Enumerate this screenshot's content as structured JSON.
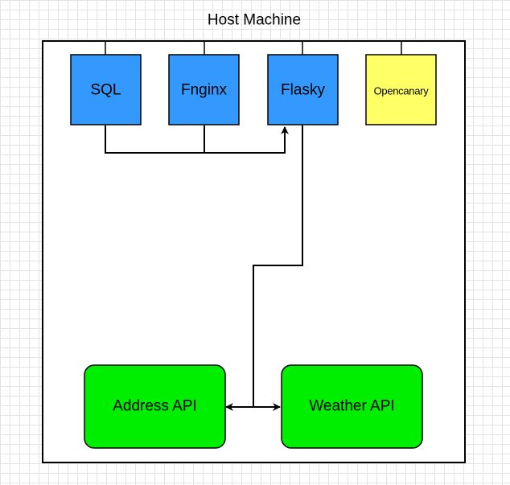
{
  "diagram": {
    "title": "Host Machine",
    "nodes": {
      "sql": {
        "label": "SQL",
        "fill": "#3399ff"
      },
      "fnginx": {
        "label": "Fnginx",
        "fill": "#3399ff"
      },
      "flasky": {
        "label": "Flasky",
        "fill": "#3399ff"
      },
      "opencanary": {
        "label": "Opencanary",
        "fill": "#ffff66"
      },
      "address_api": {
        "label": "Address API",
        "fill": "#00ee00"
      },
      "weather_api": {
        "label": "Weather API",
        "fill": "#00ee00"
      }
    },
    "edges": [
      {
        "from": "sql",
        "to": "flasky",
        "arrow": "end"
      },
      {
        "from": "fnginx",
        "to": "flasky",
        "arrow": "end"
      },
      {
        "from": "flasky",
        "to": "address_api",
        "arrow": "end"
      },
      {
        "from": "address_api",
        "to": "weather_api",
        "arrow": "both"
      }
    ],
    "colors": {
      "container_fill": "#ffffff",
      "stroke": "#000000"
    }
  }
}
